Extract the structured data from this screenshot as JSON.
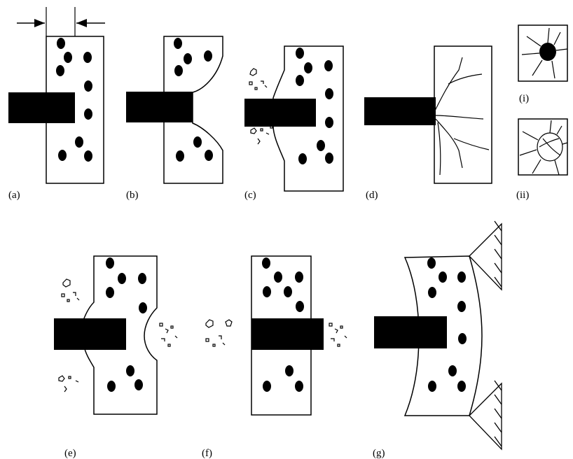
{
  "panels": [
    {
      "id": "a",
      "label": "(a)"
    },
    {
      "id": "b",
      "label": "(b)"
    },
    {
      "id": "c",
      "label": "(c)"
    },
    {
      "id": "d",
      "label": "(d)"
    },
    {
      "id": "i",
      "label": "(i)"
    },
    {
      "id": "ii",
      "label": "(ii)"
    },
    {
      "id": "e",
      "label": "(e)"
    },
    {
      "id": "f",
      "label": "(f)"
    },
    {
      "id": "g",
      "label": "(g)"
    }
  ],
  "colors": {
    "ink": "#000000",
    "background": "#ffffff"
  }
}
